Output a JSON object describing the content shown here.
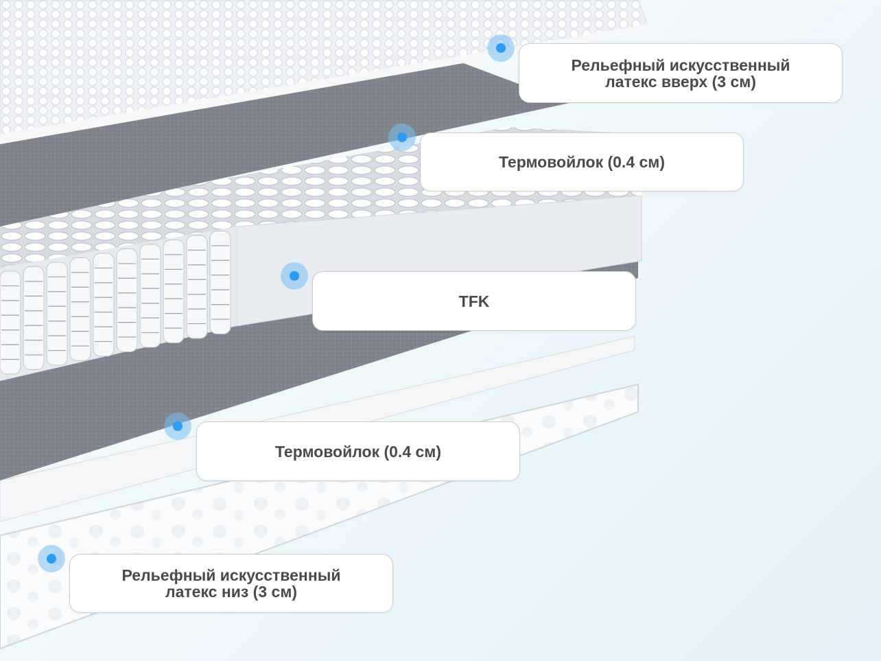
{
  "layers": [
    {
      "id": "latex-top",
      "line1": "Рельефный искусственный",
      "line2": "латекс вверх (3 см)"
    },
    {
      "id": "felt-top",
      "line1": "Термовойлок (0.4 см)",
      "line2": ""
    },
    {
      "id": "tfk",
      "line1": "TFK",
      "line2": ""
    },
    {
      "id": "felt-bottom",
      "line1": "Термовойлок (0.4 см)",
      "line2": ""
    },
    {
      "id": "latex-bottom",
      "line1": "Рельефный искусственный",
      "line2": "латекс низ (3 см)"
    }
  ],
  "colors": {
    "marker": "#2d9bf0",
    "label_text": "#4a4a4a",
    "felt": "#7d8289",
    "latex": "#f2f4f7"
  }
}
